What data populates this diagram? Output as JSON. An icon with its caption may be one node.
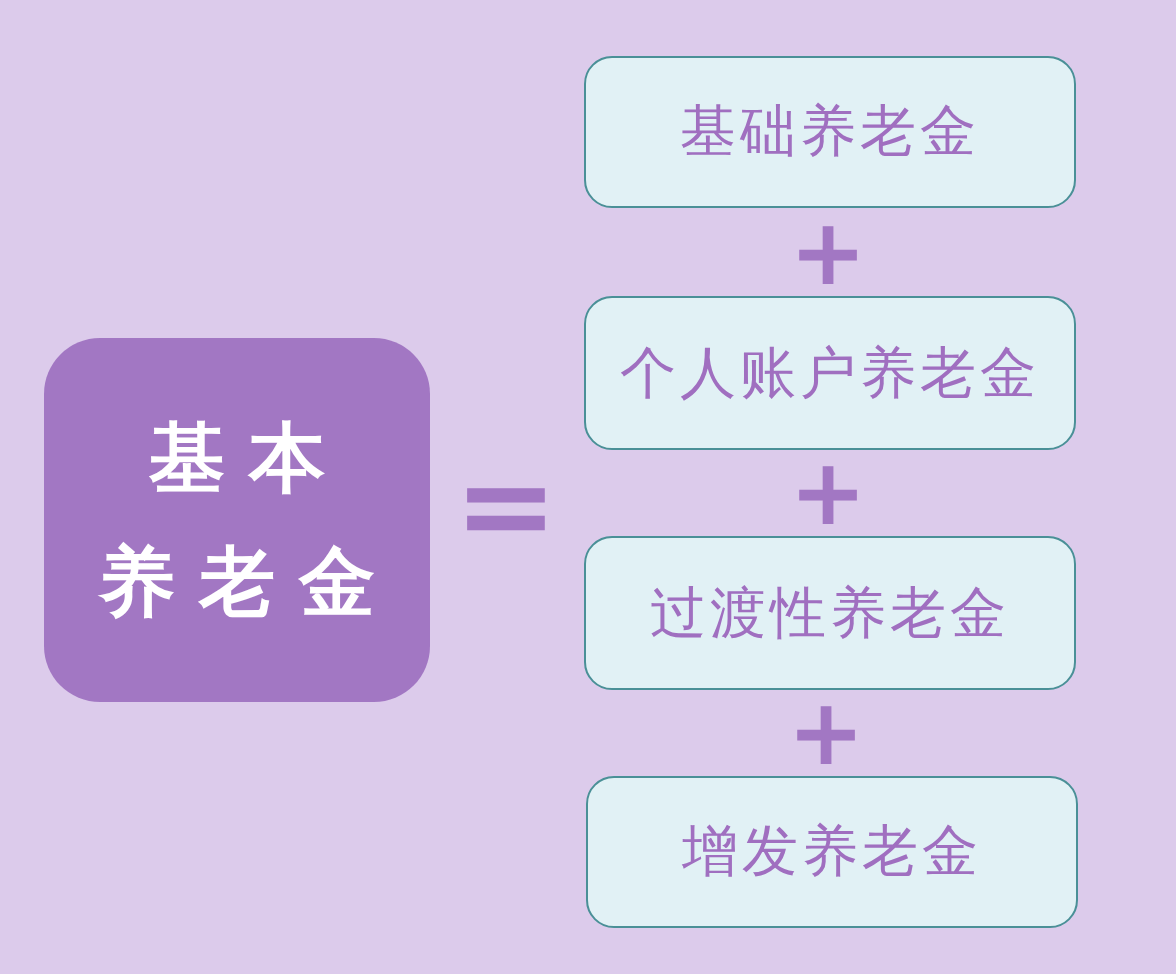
{
  "diagram": {
    "nodes": [
      {
        "text": [
          "基本养老金"
        ]
      },
      {
        "text": [
          "基础养老金"
        ]
      },
      {
        "text": [
          "个人账户养老金"
        ]
      },
      {
        "text": [
          "过渡性养老金"
        ]
      },
      {
        "text": [
          "增发养老金"
        ]
      }
    ],
    "labels": [
      "=",
      "+",
      "+",
      "+"
    ]
  }
}
